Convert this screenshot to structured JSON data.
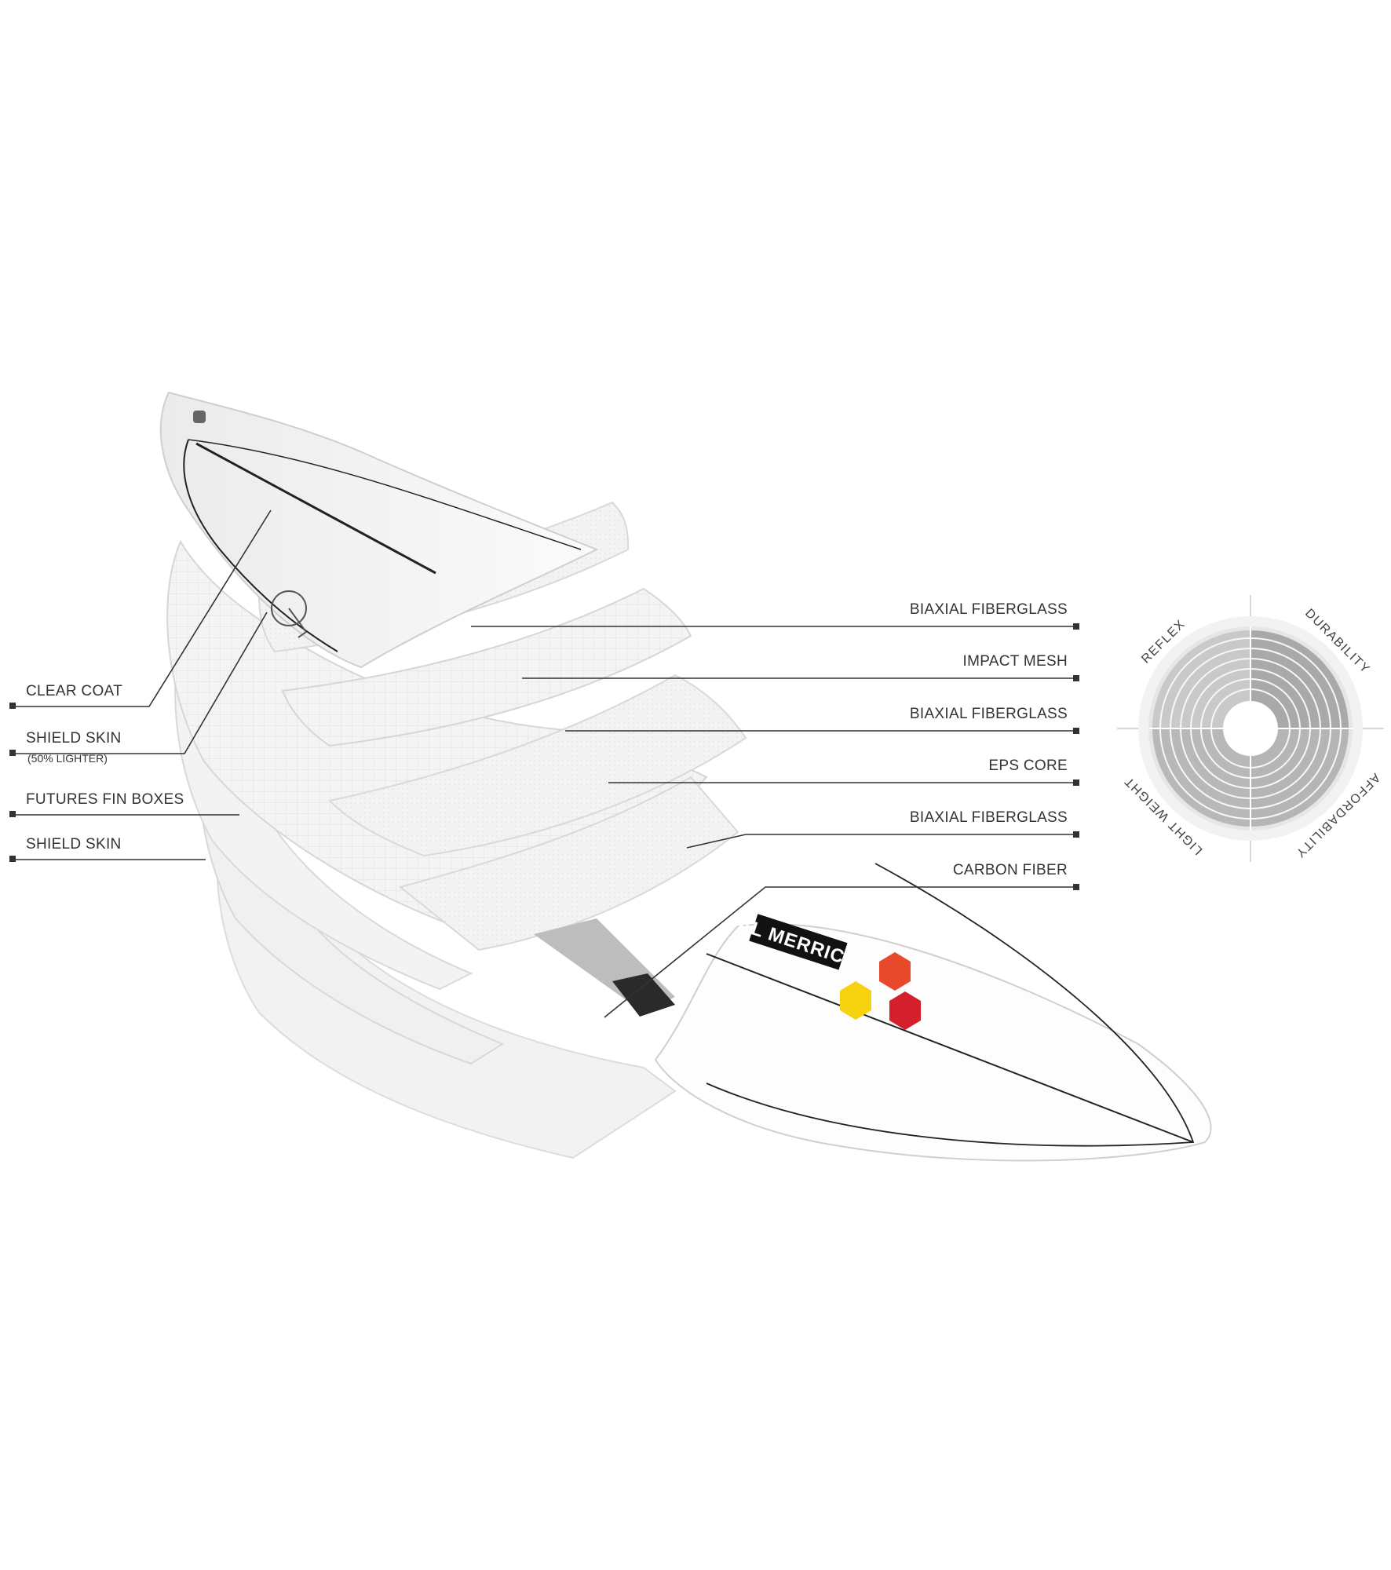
{
  "left_labels": [
    {
      "text": "CLEAR COAT"
    },
    {
      "text": "SHIELD SKIN",
      "note": "(50% LIGHTER)"
    },
    {
      "text": "FUTURES FIN BOXES"
    },
    {
      "text": "SHIELD SKIN"
    }
  ],
  "right_labels": [
    {
      "text": "BIAXIAL FIBERGLASS"
    },
    {
      "text": "IMPACT MESH"
    },
    {
      "text": "BIAXIAL FIBERGLASS"
    },
    {
      "text": "EPS CORE"
    },
    {
      "text": "BIAXIAL FIBERGLASS"
    },
    {
      "text": "CARBON FIBER"
    }
  ],
  "rating_chart": {
    "axes": [
      "REFLEX",
      "DURABILITY",
      "AFFORDABILITY",
      "LIGHT WEIGHT"
    ],
    "levels_total": 8
  },
  "brand": {
    "logo_text": "AL MERRICK",
    "hex_colors": [
      "#e8492b",
      "#f7d20f",
      "#d4202c"
    ]
  }
}
